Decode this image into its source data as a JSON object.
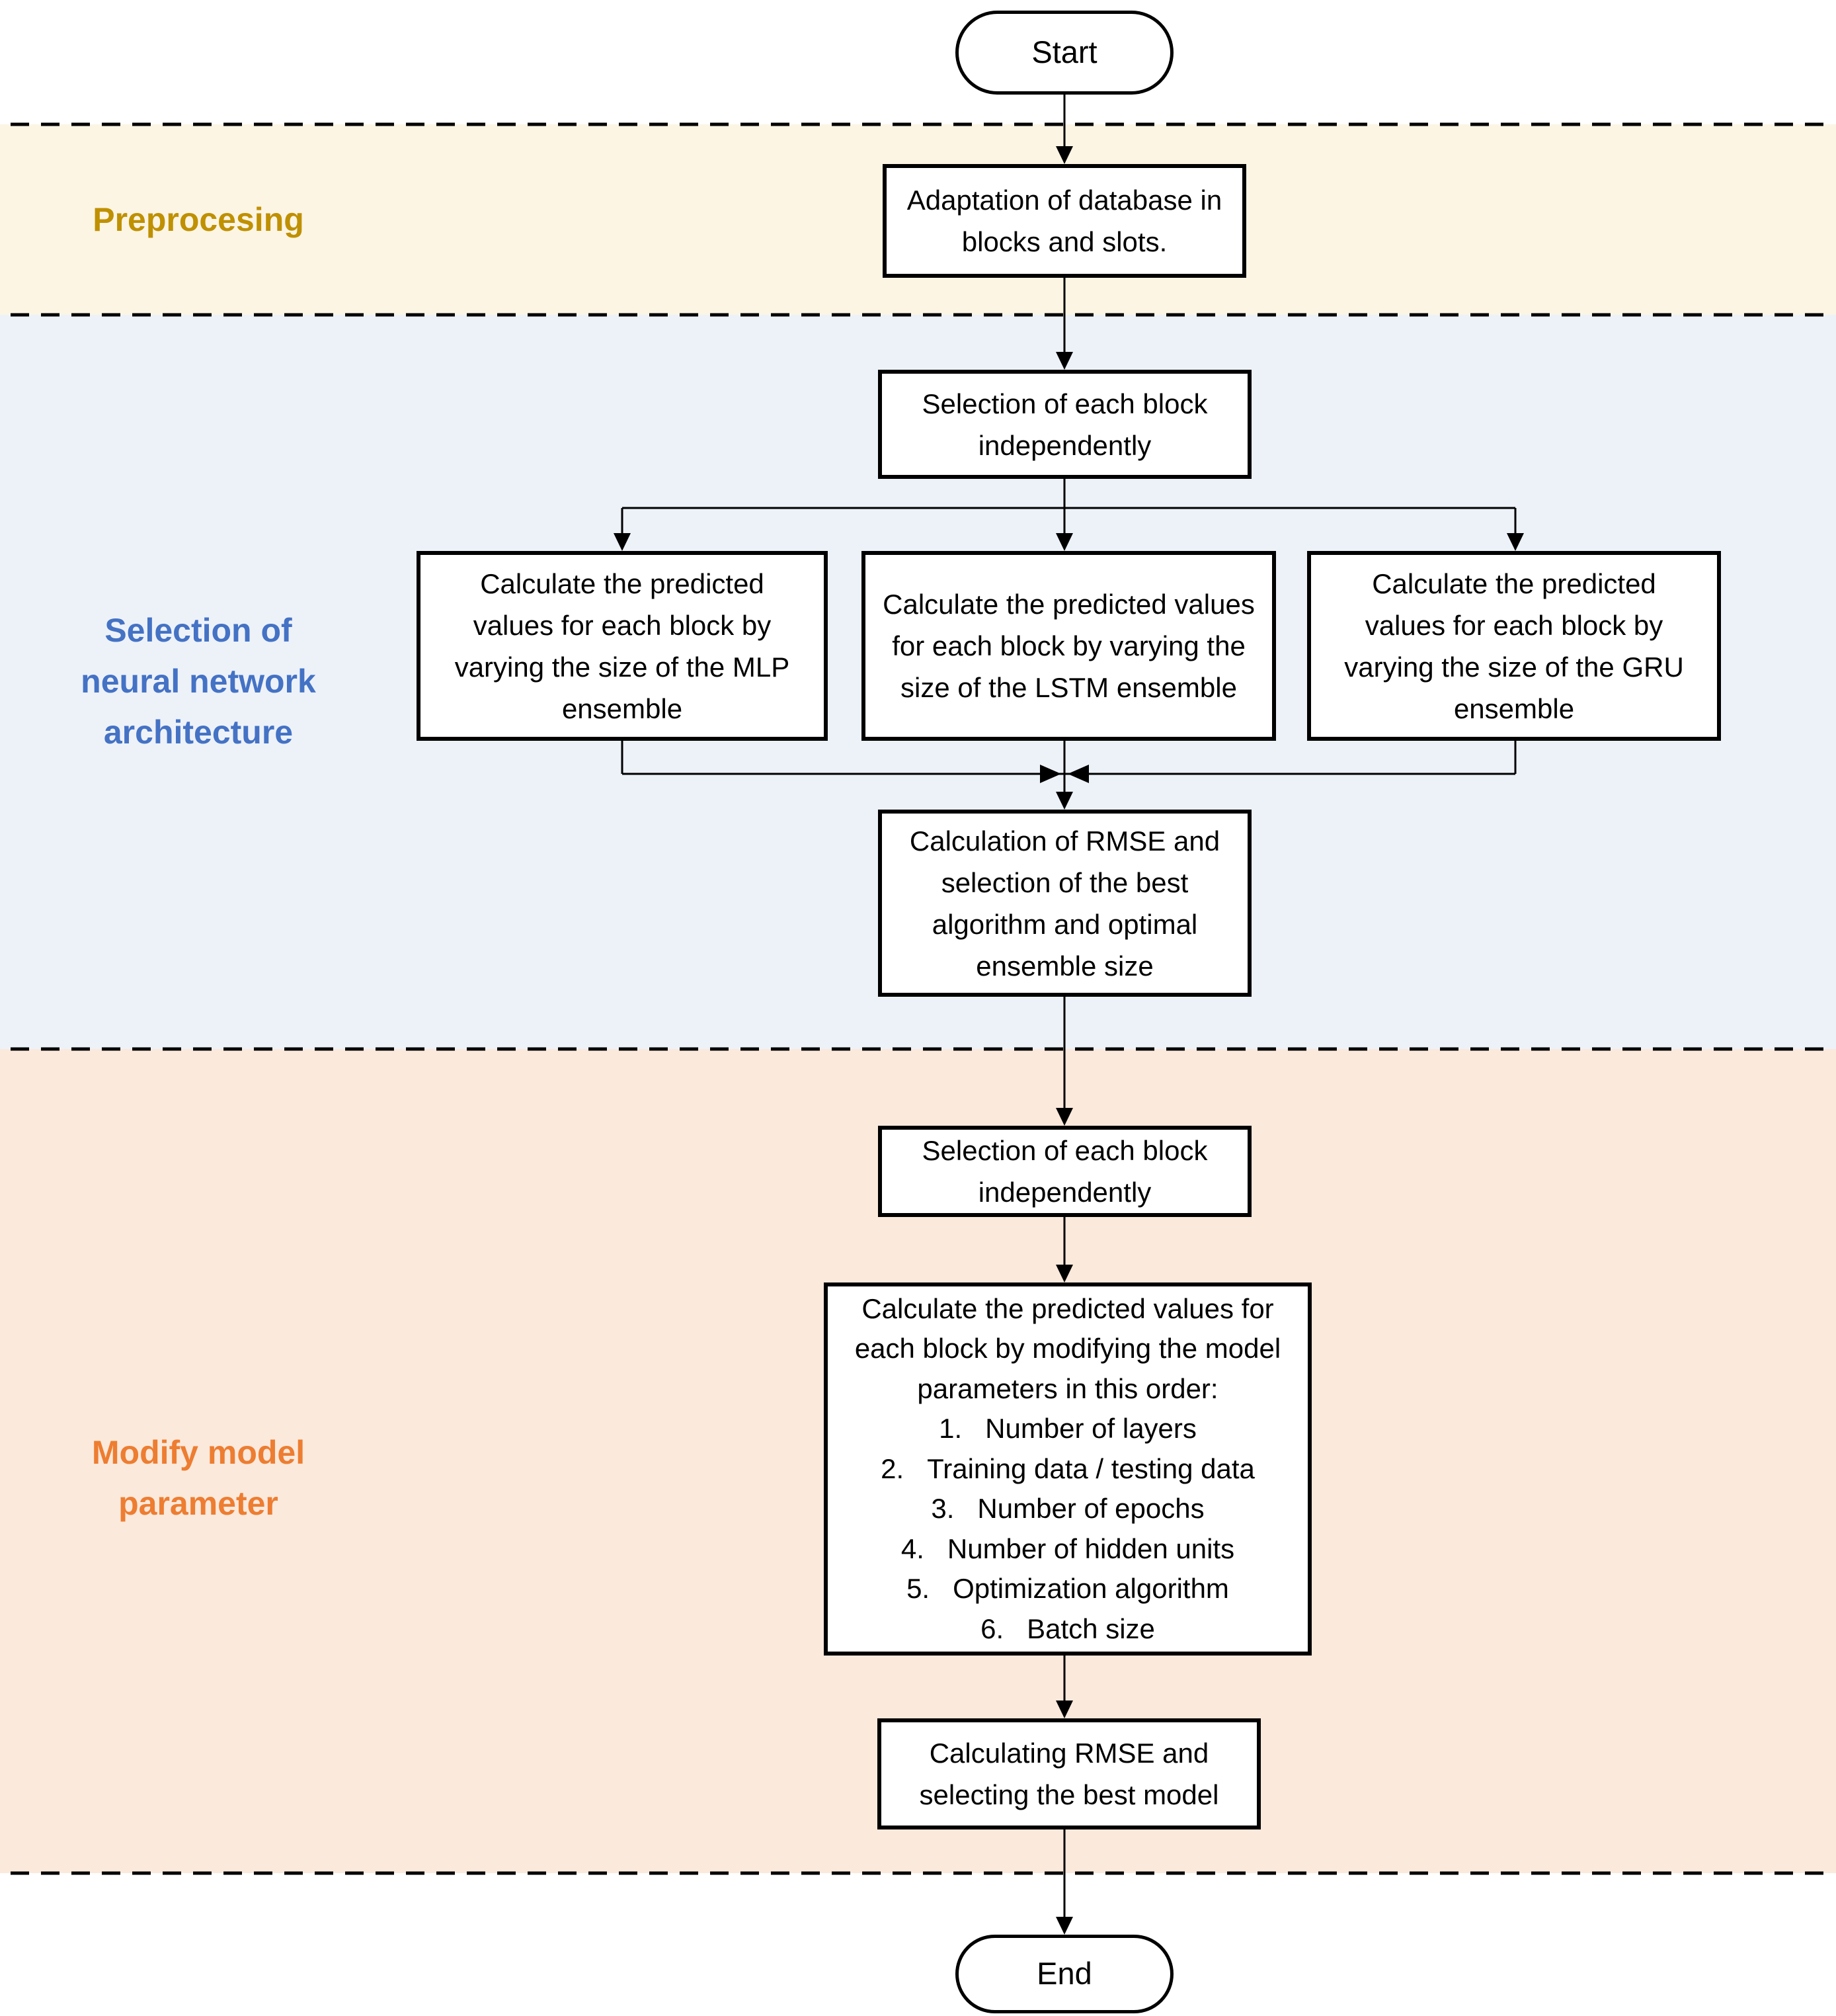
{
  "terminals": {
    "start": "Start",
    "end": "End"
  },
  "bands": {
    "preprocessing": {
      "label": "Preprocesing",
      "text_color": "#BF9000",
      "bg_color": "#FCF5E4"
    },
    "architecture": {
      "label": "Selection of neural network architecture",
      "lines": [
        "Selection of",
        "neural network",
        "architecture"
      ],
      "text_color": "#4472C4",
      "bg_color": "#EDF2F9"
    },
    "modify": {
      "label": "Modify model parameter",
      "lines": [
        "Modify model",
        "parameter"
      ],
      "text_color": "#ED7D31",
      "bg_color": "#FBE9DC"
    }
  },
  "boxes": {
    "adaptation": "Adaptation of database in blocks and slots.",
    "block_selection_1": "Selection of each block independently",
    "mlp": "Calculate the predicted values for each block by varying the size of the MLP ensemble",
    "lstm": "Calculate the predicted values for each block by varying the size of the LSTM ensemble",
    "gru": "Calculate the predicted values for each block by varying the size of the GRU ensemble",
    "rmse_selection": "Calculation of RMSE and selection of the best algorithm and optimal ensemble size",
    "block_selection_2": "Selection of each block independently",
    "modify_intro": "Calculate the predicted values for each block by modifying the model parameters in this order:",
    "modify_items": [
      "1.   Number of layers",
      "2.   Training data / testing data",
      "3.   Number of epochs",
      "4.   Number of hidden units",
      "5.   Optimization algorithm",
      "6.   Batch size"
    ],
    "rmse_best_model": "Calculating RMSE and selecting the best model"
  }
}
